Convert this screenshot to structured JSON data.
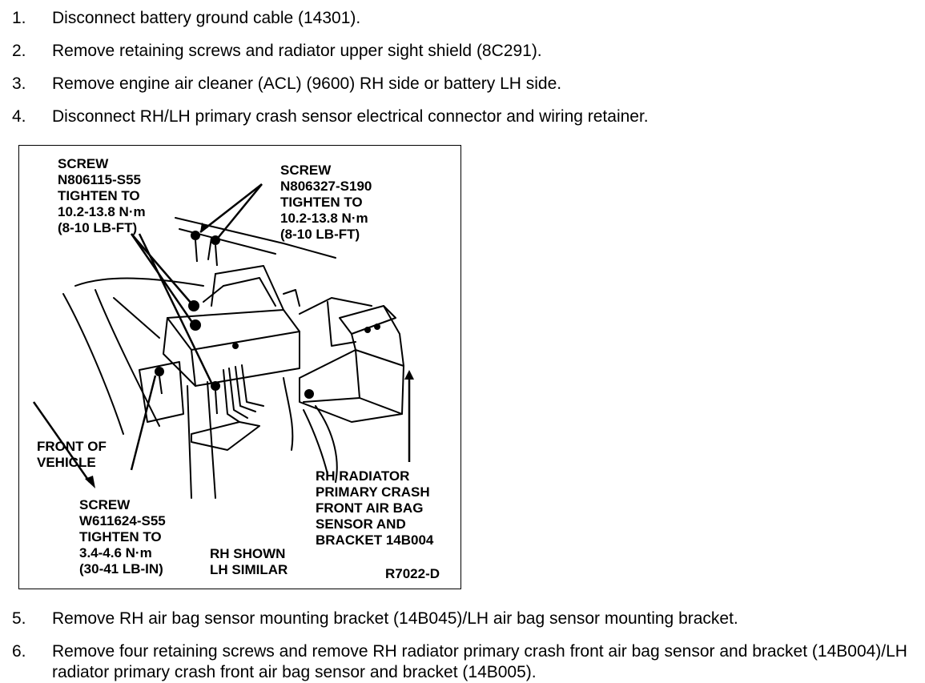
{
  "steps": [
    {
      "num": "1.",
      "text": "Disconnect battery ground cable (14301)."
    },
    {
      "num": "2.",
      "text": "Remove retaining screws and radiator upper sight shield (8C291)."
    },
    {
      "num": "3.",
      "text": "Remove engine air cleaner (ACL) (9600) RH side or battery LH side."
    },
    {
      "num": "4.",
      "text": "Disconnect RH/LH primary crash sensor electrical connector and wiring retainer."
    },
    {
      "num": "5.",
      "text": "Remove RH air bag sensor mounting bracket (14B045)/LH air bag sensor mounting bracket."
    },
    {
      "num": "6.",
      "text": "Remove four retaining screws and remove RH radiator primary crash front air bag sensor and bracket (14B004)/LH radiator primary crash front air bag sensor and bracket (14B005)."
    }
  ],
  "figure": {
    "callout_screw_left": [
      "SCREW",
      "N806115-S55",
      "TIGHTEN TO",
      "10.2-13.8 N·m",
      "(8-10 LB-FT)"
    ],
    "callout_screw_right": [
      "SCREW",
      "N806327-S190",
      "TIGHTEN TO",
      "10.2-13.8 N·m",
      "(8-10 LB-FT)"
    ],
    "callout_front": [
      "FRONT OF",
      "VEHICLE"
    ],
    "callout_screw_bottom": [
      "SCREW",
      "W611624-S55",
      "TIGHTEN TO",
      "3.4-4.6 N·m",
      "(30-41 LB-IN)"
    ],
    "callout_sensor": [
      "RH RADIATOR",
      "PRIMARY CRASH",
      "FRONT AIR BAG",
      "SENSOR AND",
      "BRACKET 14B004"
    ],
    "note": [
      "RH SHOWN",
      "LH SIMILAR"
    ],
    "figure_id": "R7022-D"
  }
}
